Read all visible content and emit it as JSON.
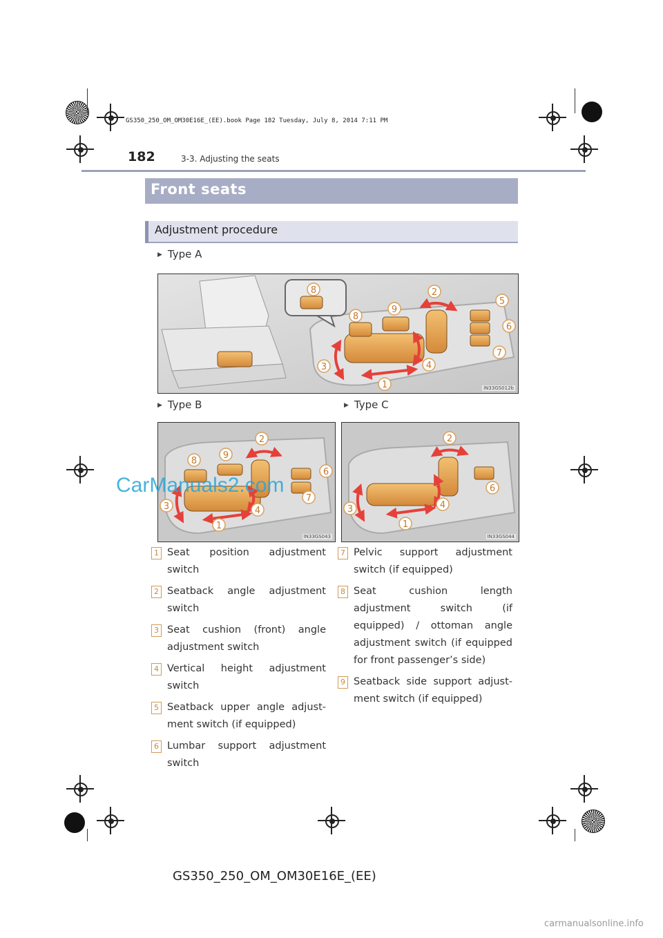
{
  "header": {
    "book_info": "GS350_250_OM_OM30E16E_(EE).book  Page 182  Tuesday, July 8, 2014  7:11 PM",
    "page_number": "182",
    "section": "3-3. Adjusting the seats"
  },
  "section_title": "Front seats",
  "subsection_title": "Adjustment procedure",
  "figures": {
    "type_a": {
      "label": "Type A",
      "code": "IN33GS012b"
    },
    "type_b": {
      "label": "Type B",
      "code": "IN33GS043"
    },
    "type_c": {
      "label": "Type C",
      "code": "IN33GS044"
    }
  },
  "legend": [
    {
      "num": "1",
      "text": "Seat position adjustment switch"
    },
    {
      "num": "2",
      "text": "Seatback angle adjustment switch"
    },
    {
      "num": "3",
      "text": "Seat cushion (front) angle adjustment switch"
    },
    {
      "num": "4",
      "text": "Vertical height adjustment switch"
    },
    {
      "num": "5",
      "text": "Seatback upper angle adjust-ment switch (if equipped)"
    },
    {
      "num": "6",
      "text": "Lumbar support adjustment switch"
    },
    {
      "num": "7",
      "text": "Pelvic support adjustment switch (if equipped)"
    },
    {
      "num": "8",
      "text": "Seat cushion length adjustment switch (if equipped) / ottoman angle adjustment switch (if equipped for front passenger’s side)"
    },
    {
      "num": "9",
      "text": "Seatback side support adjust-ment switch (if equipped)"
    }
  ],
  "footer": "GS350_250_OM_OM30E16E_(EE)",
  "watermark": "CarManuals2.com",
  "site": "carmanualsonline.info",
  "colors": {
    "title_bar": "#a8adc6",
    "switch": "#e8a94f",
    "arrow": "#e5413a",
    "callout": "#d9a05a"
  }
}
